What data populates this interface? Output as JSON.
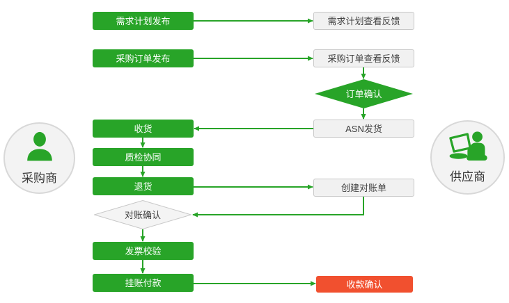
{
  "colors": {
    "green": "#28a428",
    "red": "#f1502f",
    "neutral_fill": "#f1f1f1",
    "neutral_border": "#c8c8c8",
    "node_text_dark": "#3f3f3f",
    "node_text_light": "#ffffff",
    "arrow": "#28a428",
    "circle_fill": "#f3f3f3",
    "circle_border": "#d8d8d8"
  },
  "actors": {
    "buyer": {
      "label": "采购商",
      "icon": "person-silhouette-icon"
    },
    "supplier": {
      "label": "供应商",
      "icon": "person-with-laptop-icon"
    }
  },
  "nodes": {
    "demand_plan_publish": {
      "label": "需求计划发布",
      "type": "process-buyer"
    },
    "demand_plan_feedback": {
      "label": "需求计划查看反馈",
      "type": "process-supplier"
    },
    "po_publish": {
      "label": "采购订单发布",
      "type": "process-buyer"
    },
    "po_feedback": {
      "label": "采购订单查看反馈",
      "type": "process-supplier"
    },
    "order_confirm": {
      "label": "订单确认",
      "type": "decision-green"
    },
    "receive_goods": {
      "label": "收货",
      "type": "process-buyer"
    },
    "asn_ship": {
      "label": "ASN发货",
      "type": "process-supplier"
    },
    "quality_collab": {
      "label": "质检协同",
      "type": "process-buyer"
    },
    "return_goods": {
      "label": "退货",
      "type": "process-buyer"
    },
    "create_statement": {
      "label": "创建对账单",
      "type": "process-supplier"
    },
    "statement_confirm": {
      "label": "对账确认",
      "type": "decision-gray"
    },
    "invoice_check": {
      "label": "发票校验",
      "type": "process-buyer"
    },
    "account_payment": {
      "label": "挂账付款",
      "type": "process-buyer"
    },
    "receipt_confirm": {
      "label": "收款确认",
      "type": "terminal-red"
    }
  },
  "edges": [
    {
      "from": "demand_plan_publish",
      "to": "demand_plan_feedback"
    },
    {
      "from": "po_publish",
      "to": "po_feedback"
    },
    {
      "from": "po_feedback",
      "to": "order_confirm"
    },
    {
      "from": "order_confirm",
      "to": "asn_ship"
    },
    {
      "from": "asn_ship",
      "to": "receive_goods"
    },
    {
      "from": "receive_goods",
      "to": "quality_collab"
    },
    {
      "from": "quality_collab",
      "to": "return_goods"
    },
    {
      "from": "return_goods",
      "to": "create_statement"
    },
    {
      "from": "create_statement",
      "to": "statement_confirm"
    },
    {
      "from": "statement_confirm",
      "to": "invoice_check"
    },
    {
      "from": "invoice_check",
      "to": "account_payment"
    },
    {
      "from": "account_payment",
      "to": "receipt_confirm"
    }
  ]
}
